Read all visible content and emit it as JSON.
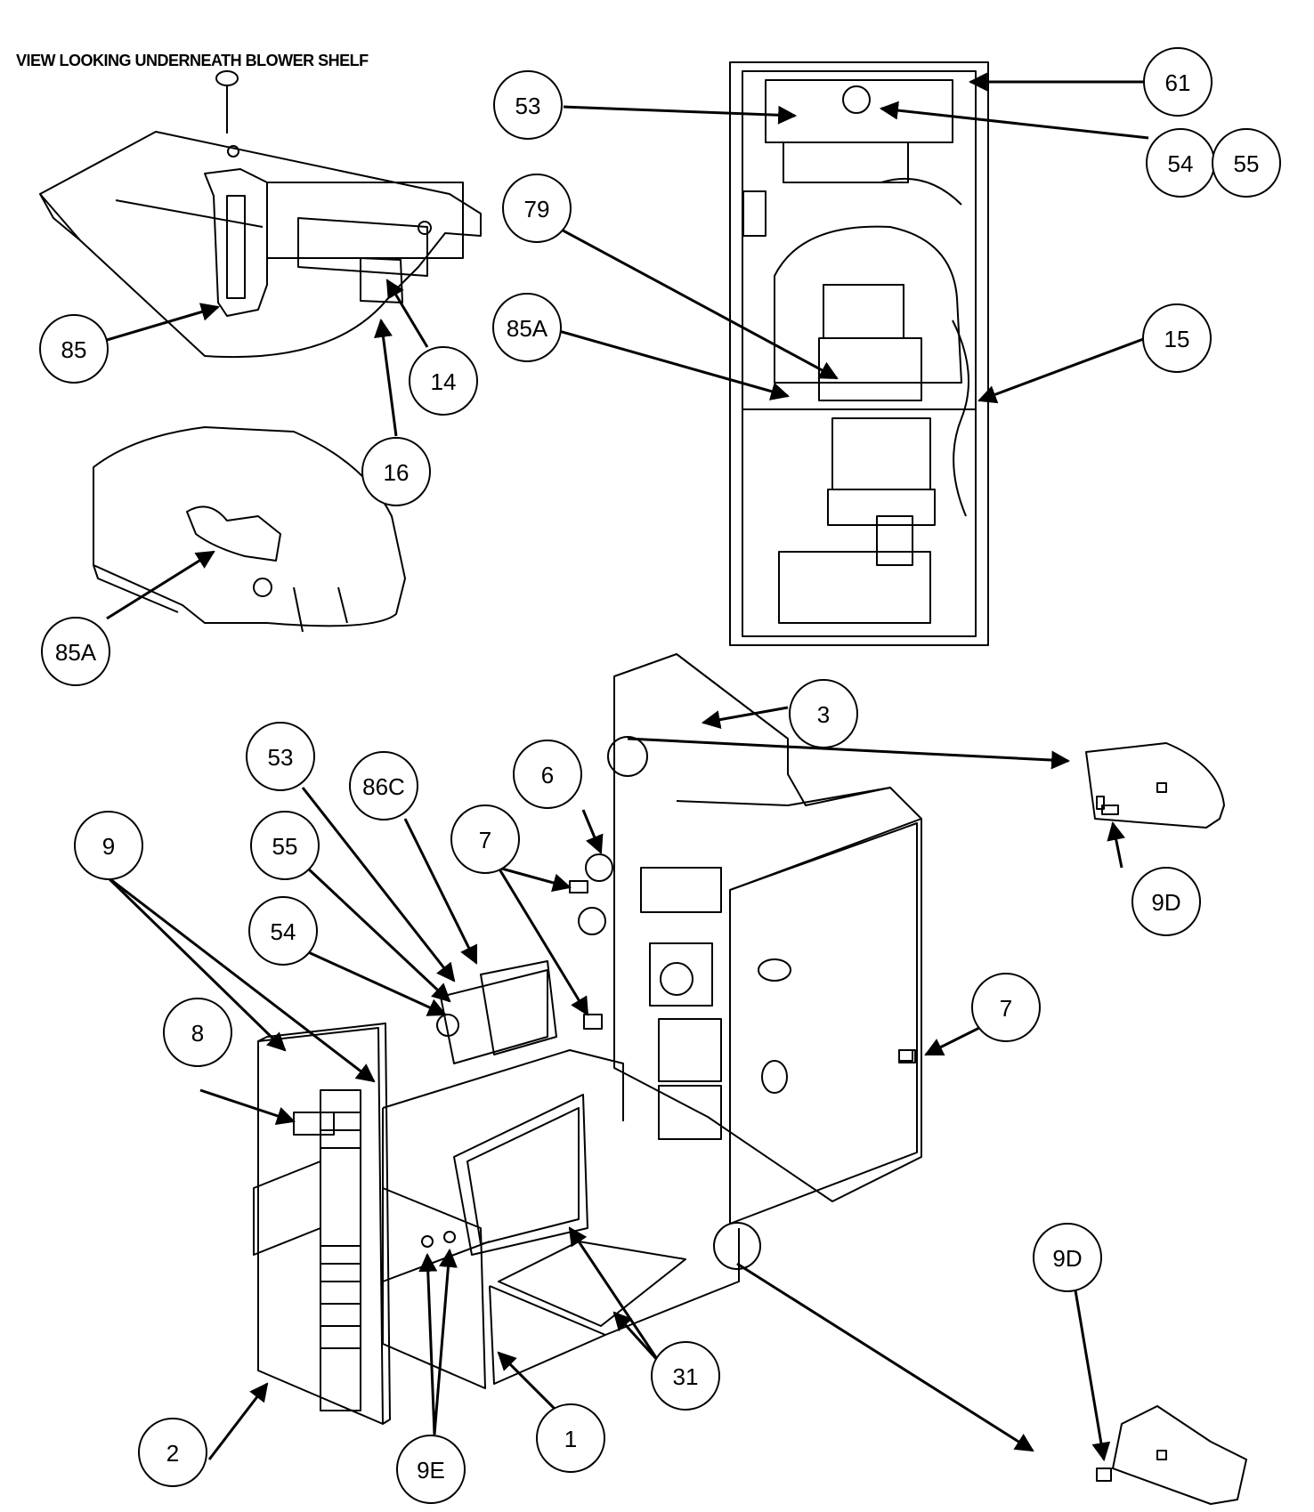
{
  "caption": "VIEW LOOKING UNDERNEATH BLOWER SHELF",
  "callouts": [
    "53",
    "61",
    "54",
    "55",
    "79",
    "85A",
    "15",
    "85",
    "14",
    "16",
    "85A",
    "3",
    "9D",
    "6",
    "53",
    "86C",
    "7",
    "55",
    "9",
    "54",
    "8",
    "7",
    "31",
    "1",
    "2",
    "9E",
    "9D"
  ]
}
